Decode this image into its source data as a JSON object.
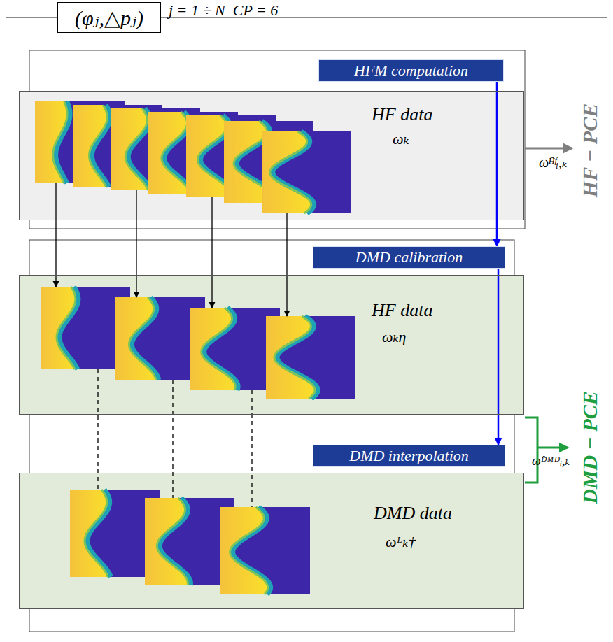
{
  "diagram": {
    "nodes": [
      {
        "text": [
          "j = 1 ÷ N_CP = 6"
        ]
      },
      {
        "text": [
          "(φⱼ,△pⱼ)"
        ],
        "in": 0
      },
      {
        "text": [
          "HFM computation"
        ],
        "in": 0
      },
      {
        "text": [
          "HF data",
          "ωₖ"
        ],
        "in": 0
      },
      {
        "text": [
          "DMD calibration"
        ],
        "in": 0
      },
      {
        "text": [
          "HF data",
          "ωₖη"
        ],
        "in": 0
      },
      {
        "text": [
          "DMD interpolation"
        ],
        "in": 0
      },
      {
        "text": [
          "DMD data",
          "ωᴸₖ†"
        ],
        "in": 0
      }
    ],
    "edges": [
      {
        "from": 2,
        "to": 4,
        "arrow": "to"
      },
      {
        "from": 4,
        "to": 6,
        "arrow": "to"
      }
    ],
    "labels": [
      "ω̂ᴴᶠᵢ,ₖ",
      "HF − PCE",
      "ω̂ᴰᴹᴰᵢ,ₖ",
      "DMD − PCE"
    ]
  }
}
